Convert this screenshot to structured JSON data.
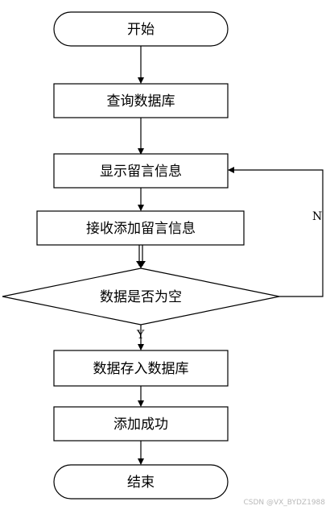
{
  "diagram": {
    "nodes": {
      "start": "开始",
      "query_db": "查询数据库",
      "show_messages": "显示留言信息",
      "add_message": "接收添加留言信息",
      "decision": "数据是否为空",
      "save_db": "数据存入数据库",
      "success": "添加成功",
      "end": "结束"
    },
    "edges": {
      "yes_label": "Y",
      "no_label": "N"
    }
  },
  "watermark": "CSDN @VX_BYDZ1988"
}
